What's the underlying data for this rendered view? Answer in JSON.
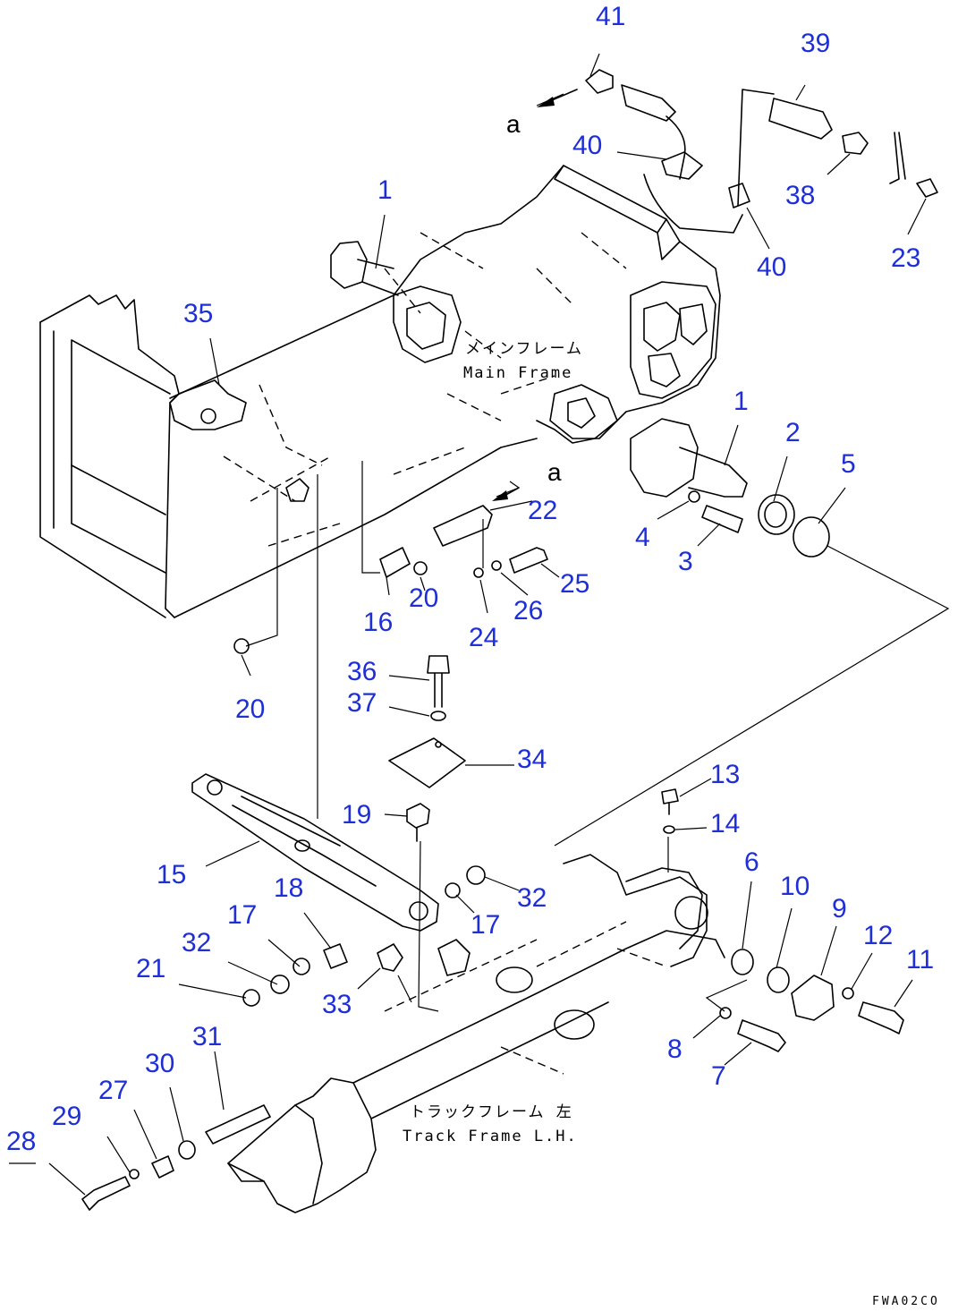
{
  "labels": {
    "main_frame_jp": "メインフレーム",
    "main_frame_en": "Main Frame",
    "track_frame_jp": "トラックフレーム 左",
    "track_frame_en": "Track Frame L.H.",
    "ref_a_top": "a",
    "ref_a_mid": "a",
    "drawing_code": "FWA02CO"
  },
  "callouts": [
    "41",
    "39",
    "40",
    "38",
    "23",
    "40",
    "1",
    "35",
    "1",
    "2",
    "5",
    "22",
    "4",
    "3",
    "25",
    "20",
    "26",
    "16",
    "24",
    "20",
    "36",
    "37",
    "34",
    "13",
    "19",
    "14",
    "15",
    "18",
    "17",
    "32",
    "32",
    "17",
    "6",
    "10",
    "9",
    "12",
    "11",
    "21",
    "33",
    "8",
    "7",
    "31",
    "30",
    "27",
    "29",
    "28"
  ]
}
